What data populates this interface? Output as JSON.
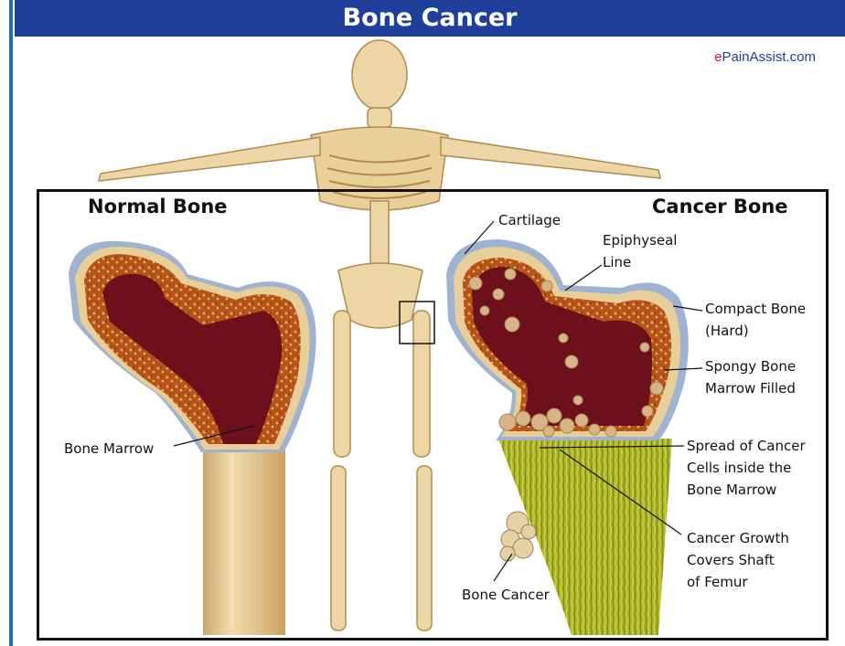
{
  "header": {
    "title": "Bone Cancer"
  },
  "brand": {
    "prefix": "e",
    "name": "PainAssist.com"
  },
  "watermark": "ePainAssist.com",
  "headings": {
    "normal": "Normal Bone",
    "cancer": "Cancer Bone"
  },
  "labels": {
    "bone_marrow": "Bone Marrow",
    "cartilage": "Cartilage",
    "epiphyseal": [
      "Epiphyseal",
      "Line"
    ],
    "compact": [
      "Compact Bone",
      "(Hard)"
    ],
    "spongy": [
      "Spongy Bone",
      "Marrow Filled"
    ],
    "spread": [
      "Spread of Cancer",
      "Cells inside the",
      "Bone Marrow"
    ],
    "growth": [
      "Cancer Growth",
      "Covers Shaft",
      "of Femur"
    ],
    "bone_cancer": "Bone Cancer"
  },
  "colors": {
    "title_bar": "#1f3f9b",
    "bone": "#e8cf9a",
    "marrow": "#6e0f1c",
    "spongy": "#b4541a",
    "cartilage": "#9fb3d1",
    "cancer_shaft": "#9cab2a"
  }
}
